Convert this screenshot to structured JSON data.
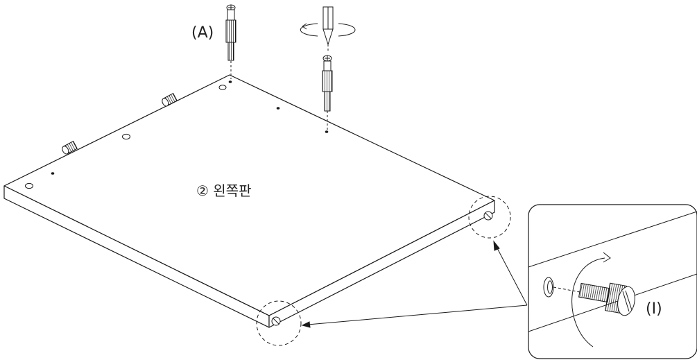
{
  "labels": {
    "part_a": "(A)",
    "panel": "② 왼쪽판",
    "part_i": "(I)"
  },
  "colors": {
    "line": "#1a1a1a",
    "fill": "#ffffff"
  }
}
